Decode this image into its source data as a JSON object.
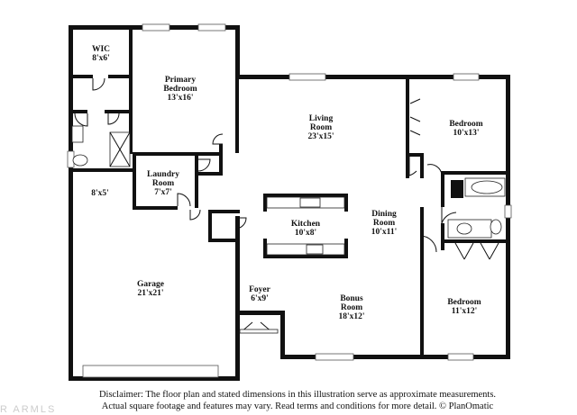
{
  "rooms": [
    {
      "id": "wic",
      "name": "WIC",
      "dim": "8'x6'"
    },
    {
      "id": "primary",
      "name": "Primary",
      "name2": "Bedroom",
      "dim": "13'x16'"
    },
    {
      "id": "living",
      "name": "Living",
      "name2": "Room",
      "dim": "23'x15'"
    },
    {
      "id": "bed2",
      "name": "Bedroom",
      "dim": "10'x13'"
    },
    {
      "id": "laundry",
      "name": "Laundry",
      "name2": "Room",
      "dim": "7'x7'"
    },
    {
      "id": "hall",
      "name": "",
      "dim": "8'x5'"
    },
    {
      "id": "kitchen",
      "name": "Kitchen",
      "dim": "10'x8'"
    },
    {
      "id": "dining",
      "name": "Dining",
      "name2": "Room",
      "dim": "10'x11'"
    },
    {
      "id": "garage",
      "name": "Garage",
      "dim": "21'x21'"
    },
    {
      "id": "foyer",
      "name": "Foyer",
      "dim": "6'x9'"
    },
    {
      "id": "bonus",
      "name": "Bonus",
      "name2": "Room",
      "dim": "18'x12'"
    },
    {
      "id": "bed3",
      "name": "Bedroom",
      "dim": "11'x12'"
    }
  ],
  "disclaimer": {
    "line1": "Disclaimer: The floor plan and stated dimensions in this illustration serve as approximate measurements.",
    "line2": "Actual square footage and features may vary. Read terms and conditions for more detail. © PlanOmatic"
  },
  "watermark": "R ARMLS"
}
